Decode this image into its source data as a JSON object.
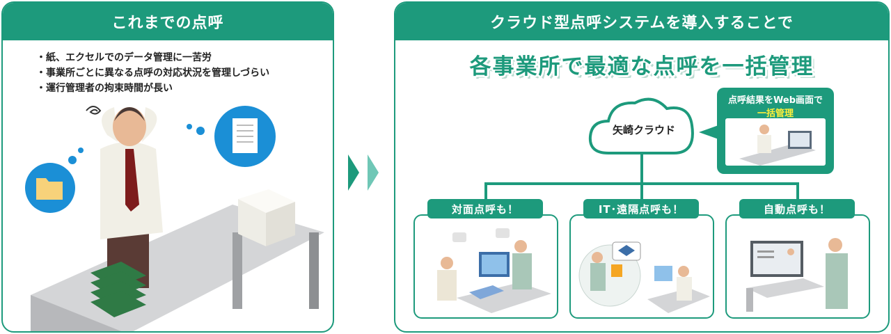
{
  "before": {
    "title": "これまでの点呼",
    "bullets": [
      "紙、エクセルでのデータ管理に一苦労",
      "事業所ごとに異なる点呼の対応状況を管理しづらい",
      "運行管理者の拘束時間が長い"
    ]
  },
  "after": {
    "title": "クラウド型点呼システムを導入することで",
    "headline": "各事業所で最適な点呼を一括管理",
    "cloud_label": "矢崎クラウド",
    "callout_line1": "点呼結果をWeb画面で",
    "callout_line2": "一括管理",
    "modes": [
      "対面点呼も！",
      "IT･遠隔点呼も！",
      "自動点呼も！"
    ]
  },
  "colors": {
    "brand_green": "#1d9a7c",
    "accent_yellow": "#ffef3a"
  }
}
